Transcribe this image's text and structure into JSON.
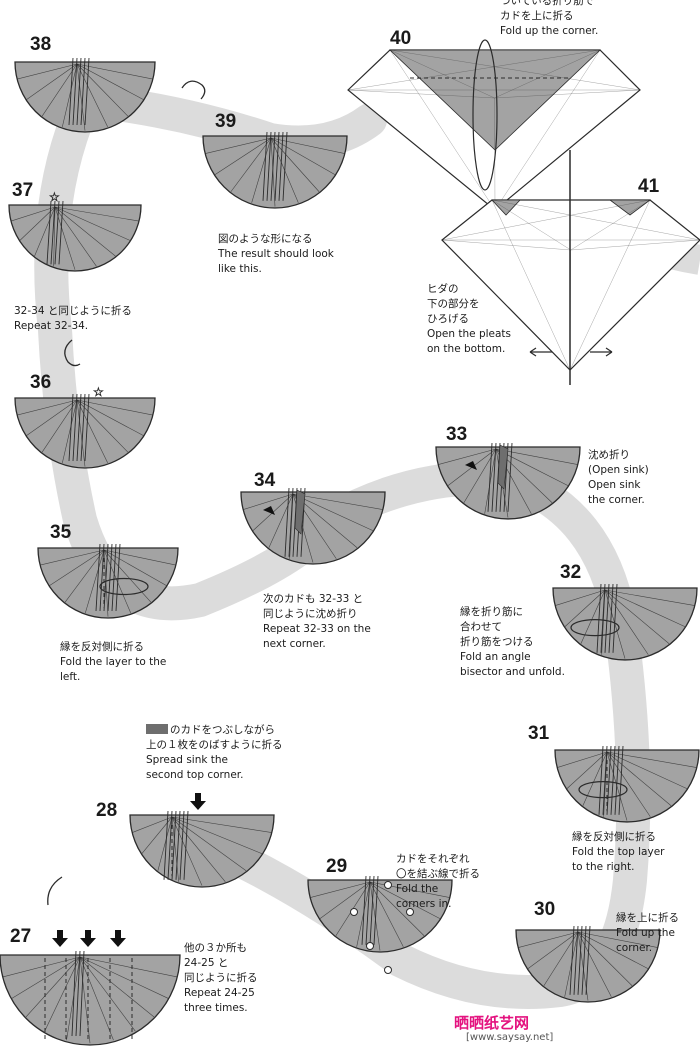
{
  "steps": [
    {
      "n": "38",
      "jp": [],
      "en": []
    },
    {
      "n": "39",
      "jp": [
        "図のような形になる"
      ],
      "en": [
        "The result should look",
        "like this."
      ]
    },
    {
      "n": "40",
      "jp": [
        "ついている折り筋で",
        "カドを上に折る"
      ],
      "en": [
        "Fold up the corner."
      ]
    },
    {
      "n": "41",
      "jp": [
        "ヒダの",
        "下の部分を",
        "ひろげる"
      ],
      "en": [
        "Open the pleats",
        "on the bottom."
      ]
    },
    {
      "n": "37",
      "jp": [
        "32-34 と同じように折る"
      ],
      "en": [
        "Repeat 32-34."
      ]
    },
    {
      "n": "36",
      "jp": [],
      "en": []
    },
    {
      "n": "35",
      "jp": [
        "縁を反対側に折る"
      ],
      "en": [
        "Fold the layer to the",
        "left."
      ]
    },
    {
      "n": "34",
      "jp": [
        "次のカドも 32-33 と",
        "同じように沈め折り"
      ],
      "en": [
        "Repeat 32-33 on the",
        "next corner."
      ]
    },
    {
      "n": "33",
      "jp": [
        "沈め折り",
        "(Open sink)"
      ],
      "en": [
        "Open sink",
        "the corner."
      ]
    },
    {
      "n": "32",
      "jp": [
        "縁を折り筋に",
        "合わせて",
        "折り筋をつける"
      ],
      "en": [
        "Fold an angle",
        "bisector and unfold."
      ]
    },
    {
      "n": "31",
      "jp": [
        "縁を反対側に折る"
      ],
      "en": [
        "Fold the top layer",
        "to the right."
      ]
    },
    {
      "n": "28",
      "jp": [
        "のカドをつぶしながら",
        "上の１枚をのばすように折る"
      ],
      "en": [
        "Spread sink the",
        "second top corner."
      ]
    },
    {
      "n": "29",
      "jp": [
        "カドをそれぞれ",
        "〇を結ぶ線で折る"
      ],
      "en": [
        "Fold the",
        "corners in."
      ]
    },
    {
      "n": "30",
      "jp": [
        "縁を上に折る"
      ],
      "en": [
        "Fold up the",
        "corner."
      ]
    },
    {
      "n": "27",
      "jp": [
        "他の３か所も",
        "24-25 と",
        "同じように折る"
      ],
      "en": [
        "Repeat 24-25",
        "three times."
      ]
    }
  ],
  "watermark": {
    "title": "晒晒纸艺网",
    "url": "[www.saysay.net]"
  },
  "colors": {
    "paper_gray": "#a3a3a3",
    "path_gray": "#dcdcdc",
    "line": "#2b2b2b",
    "crease": "#ffffff",
    "dark_fill": "#6e6e6e",
    "watermark": "#e4127f"
  }
}
